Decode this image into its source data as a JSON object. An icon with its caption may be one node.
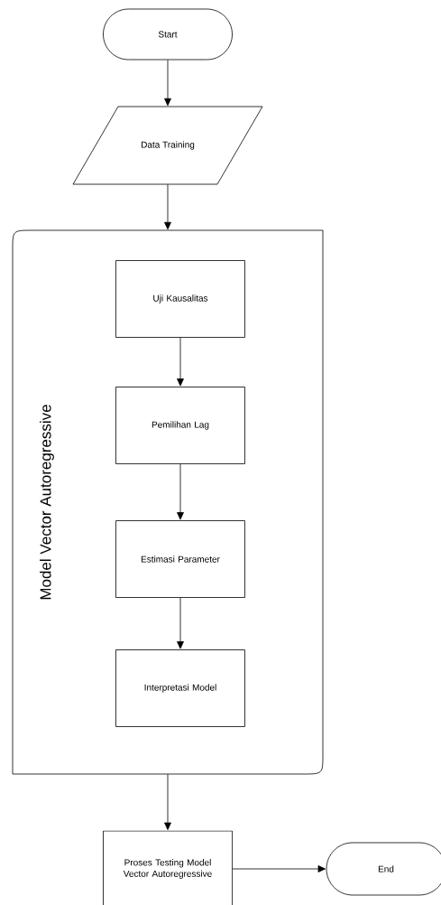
{
  "diagram": {
    "nodes": [
      {
        "text": [
          "Start"
        ]
      },
      {
        "text": [
          "Data Training"
        ]
      },
      {
        "text": [
          "Model Vector Autoregressive"
        ]
      },
      {
        "text": [
          "Uji Kausalitas"
        ],
        "in": 2
      },
      {
        "text": [
          "Pemilihan Lag"
        ],
        "in": 2
      },
      {
        "text": [
          "Estimasi Parameter"
        ],
        "in": 2
      },
      {
        "text": [
          "Interpretasi Model"
        ],
        "in": 2
      },
      {
        "text": [
          "Proses Testing Model Vector Autoregressive"
        ]
      },
      {
        "text": [
          "End"
        ]
      }
    ],
    "edges": [
      {
        "from": 0,
        "to": 1,
        "arrow": "to"
      },
      {
        "from": 1,
        "to": 2,
        "arrow": "to"
      },
      {
        "from": 3,
        "to": 4,
        "arrow": "to"
      },
      {
        "from": 4,
        "to": 5,
        "arrow": "to"
      },
      {
        "from": 5,
        "to": 6,
        "arrow": "to"
      },
      {
        "from": 2,
        "to": 7,
        "arrow": "to"
      },
      {
        "from": 7,
        "to": 8,
        "arrow": "to"
      }
    ]
  }
}
